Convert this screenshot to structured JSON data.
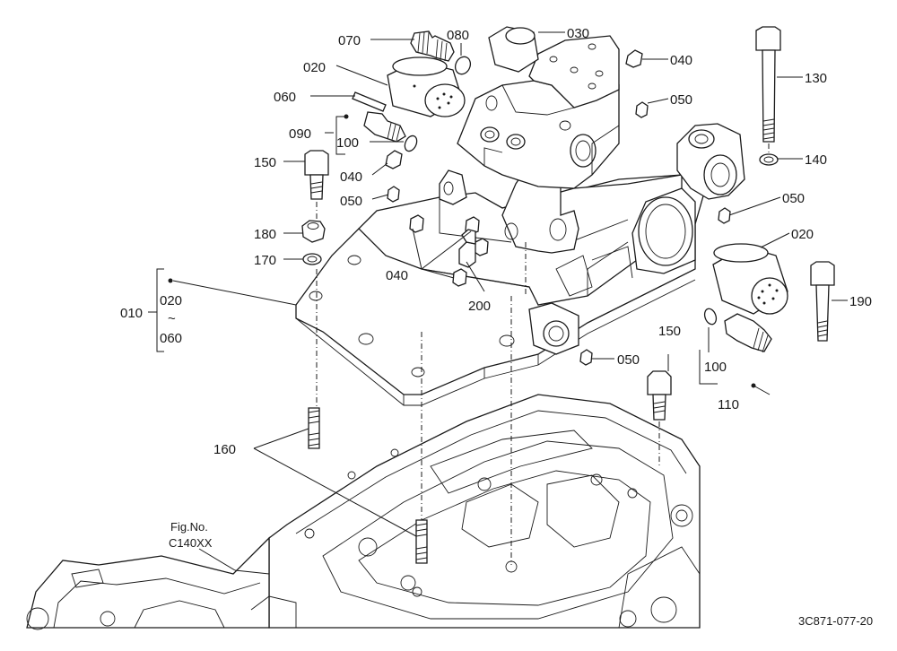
{
  "callouts": {
    "c070": "070",
    "c080": "080",
    "c030": "030",
    "c040a": "040",
    "c130": "130",
    "c020a": "020",
    "c050a": "050",
    "c060": "060",
    "c090": "090",
    "c100a": "100",
    "c150a": "150",
    "c040b": "040",
    "c140": "140",
    "c050b": "050",
    "c050c": "050",
    "c020b": "020",
    "c180": "180",
    "c170": "170",
    "c040c": "040",
    "c200": "200",
    "c190": "190",
    "c010": "010",
    "c010_from": "020",
    "c010_tilde": "~",
    "c010_to": "060",
    "c150b": "150",
    "c100b": "100",
    "c050d": "050",
    "c110": "110",
    "c160": "160"
  },
  "reference": {
    "fig_label": "Fig.No.",
    "fig_code": "C140XX",
    "drawing_code": "3C871-077-20"
  }
}
